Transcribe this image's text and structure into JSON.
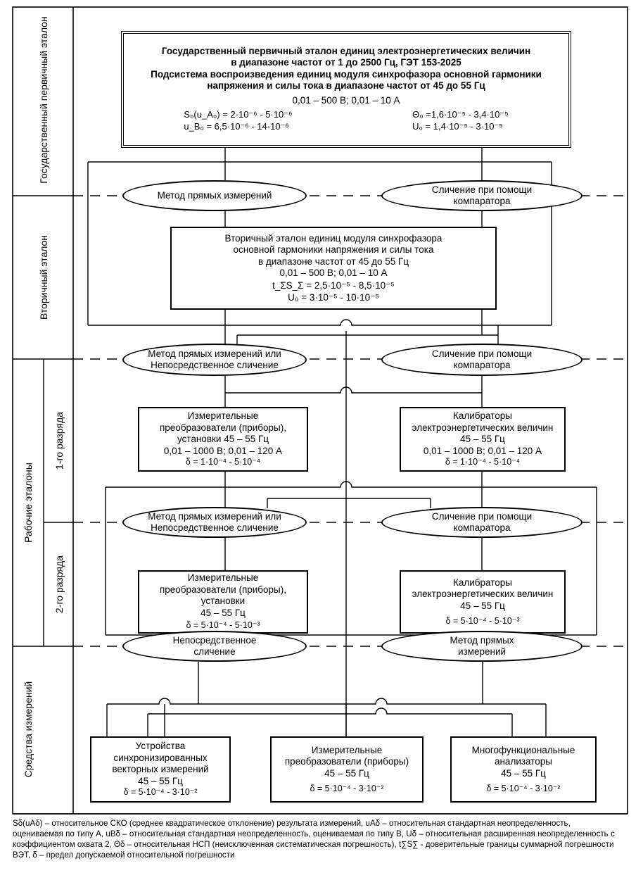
{
  "side_labels": {
    "state_primary": "Государственный первичный эталон",
    "secondary": "Вторичный эталон",
    "working": "Рабочие эталоны",
    "grade1": "1-го разряда",
    "grade2": "2-го разряда",
    "instruments": "Средства измерений"
  },
  "primary_box": {
    "line1": "Государственный первичный эталон единиц электроэнергетических величин",
    "line2": "в диапазоне частот от 1 до 2500 Гц, ГЭТ 153-2025",
    "line3": "Подсистема воспроизведения единиц модуля синхрофазора основной гармоники",
    "line4": "напряжения и силы тока в диапазоне частот от 45 до 55 Гц",
    "range": "0,01 – 500 В; 0,01 – 10 А",
    "f1": "S₀(u_A₀) = 2·10⁻⁶ - 5·10⁻⁶",
    "f2": "u_B₀ = 6,5·10⁻⁶ - 14·10⁻⁶",
    "f3": "Θ₀ =1,6·10⁻⁵ - 3,4·10⁻⁵",
    "f4": "U₀ = 1,4·10⁻⁵ - 3·10⁻⁵"
  },
  "ellipses": {
    "e1_left": "Метод прямых измерений",
    "e1_right": "Сличение при помощи компаратора",
    "e2_left": "Метод прямых измерений или Непосредственное сличение",
    "e2_right": "Сличение при помощи компаратора",
    "e3_left": "Метод прямых измерений или Непосредственное сличение",
    "e3_right": "Сличение при помощи компаратора",
    "e4_left": "Непосредственное сличение",
    "e4_right": "Метод прямых измерений"
  },
  "secondary_box": {
    "line1": "Вторичный эталон единиц модуля синхрофазора",
    "line2": "основной гармоники напряжения и силы тока",
    "line3": "в диапазоне частот от 45 до 55 Гц",
    "range": "0,01 – 500 В; 0,01 – 10 А",
    "f1": "t_ΣS_Σ = 2,5·10⁻⁵ - 8,5·10⁻⁵",
    "f2": "U₀ = 3·10⁻⁵ - 10·10⁻⁵"
  },
  "grade1_left": {
    "line1": "Измерительные",
    "line2": "преобразователи (приборы),",
    "line3": "установки 45 – 55 Гц",
    "range": "0,01 – 1000 В; 0,01 – 120 А",
    "delta": "δ = 1·10⁻⁴ - 5·10⁻⁴"
  },
  "grade1_right": {
    "line1": "Калибраторы",
    "line2": "электроэнергетических величин",
    "line3": "45 – 55 Гц",
    "range": "0,01 – 1000 В; 0,01 – 120 А",
    "delta": "δ = 1·10⁻⁴ - 5·10⁻⁴"
  },
  "grade2_left": {
    "line1": "Измерительные",
    "line2": "преобразователи (приборы),",
    "line3": "установки",
    "line4": "45 – 55 Гц",
    "delta": "δ = 5·10⁻⁴ - 5·10⁻³"
  },
  "grade2_right": {
    "line1": "Калибраторы",
    "line2": "электроэнергетических величин",
    "line3": "45 – 55 Гц",
    "delta": "δ = 5·10⁻⁴ - 5·10⁻³"
  },
  "instr1": {
    "line1": "Устройства",
    "line2": "синхронизированных",
    "line3": "векторных измерений",
    "line4": "45 – 55 Гц",
    "delta": "δ = 5·10⁻⁴ - 3·10⁻²"
  },
  "instr2": {
    "line1": "Измерительные",
    "line2": "преобразователи (приборы)",
    "line3": "45 – 55 Гц",
    "delta": "δ = 5·10⁻⁴ - 3·10⁻²"
  },
  "instr3": {
    "line1": "Многофункциональные",
    "line2": "анализаторы",
    "line3": "45 – 55 Гц",
    "delta": "δ = 5·10⁻⁴ - 3·10⁻²"
  },
  "legend": "Sδ(uAδ) – относительное СКО (среднее квадратическое отклонение) результата измерений, uAδ – относительная стандартная неопределенность, оцениваемая по типу А, uBδ – относительная стандартная неопределенность, оцениваемая по типу В, Uδ – относительная расширенная неопределенность с коэффициентом охвата 2, Θδ – относительная НСП (неисключенная систематическая погрешность), t∑S∑ - доверительные границы суммарной погрешности ВЭТ, δ – предел допускаемой относительной погрешности"
}
